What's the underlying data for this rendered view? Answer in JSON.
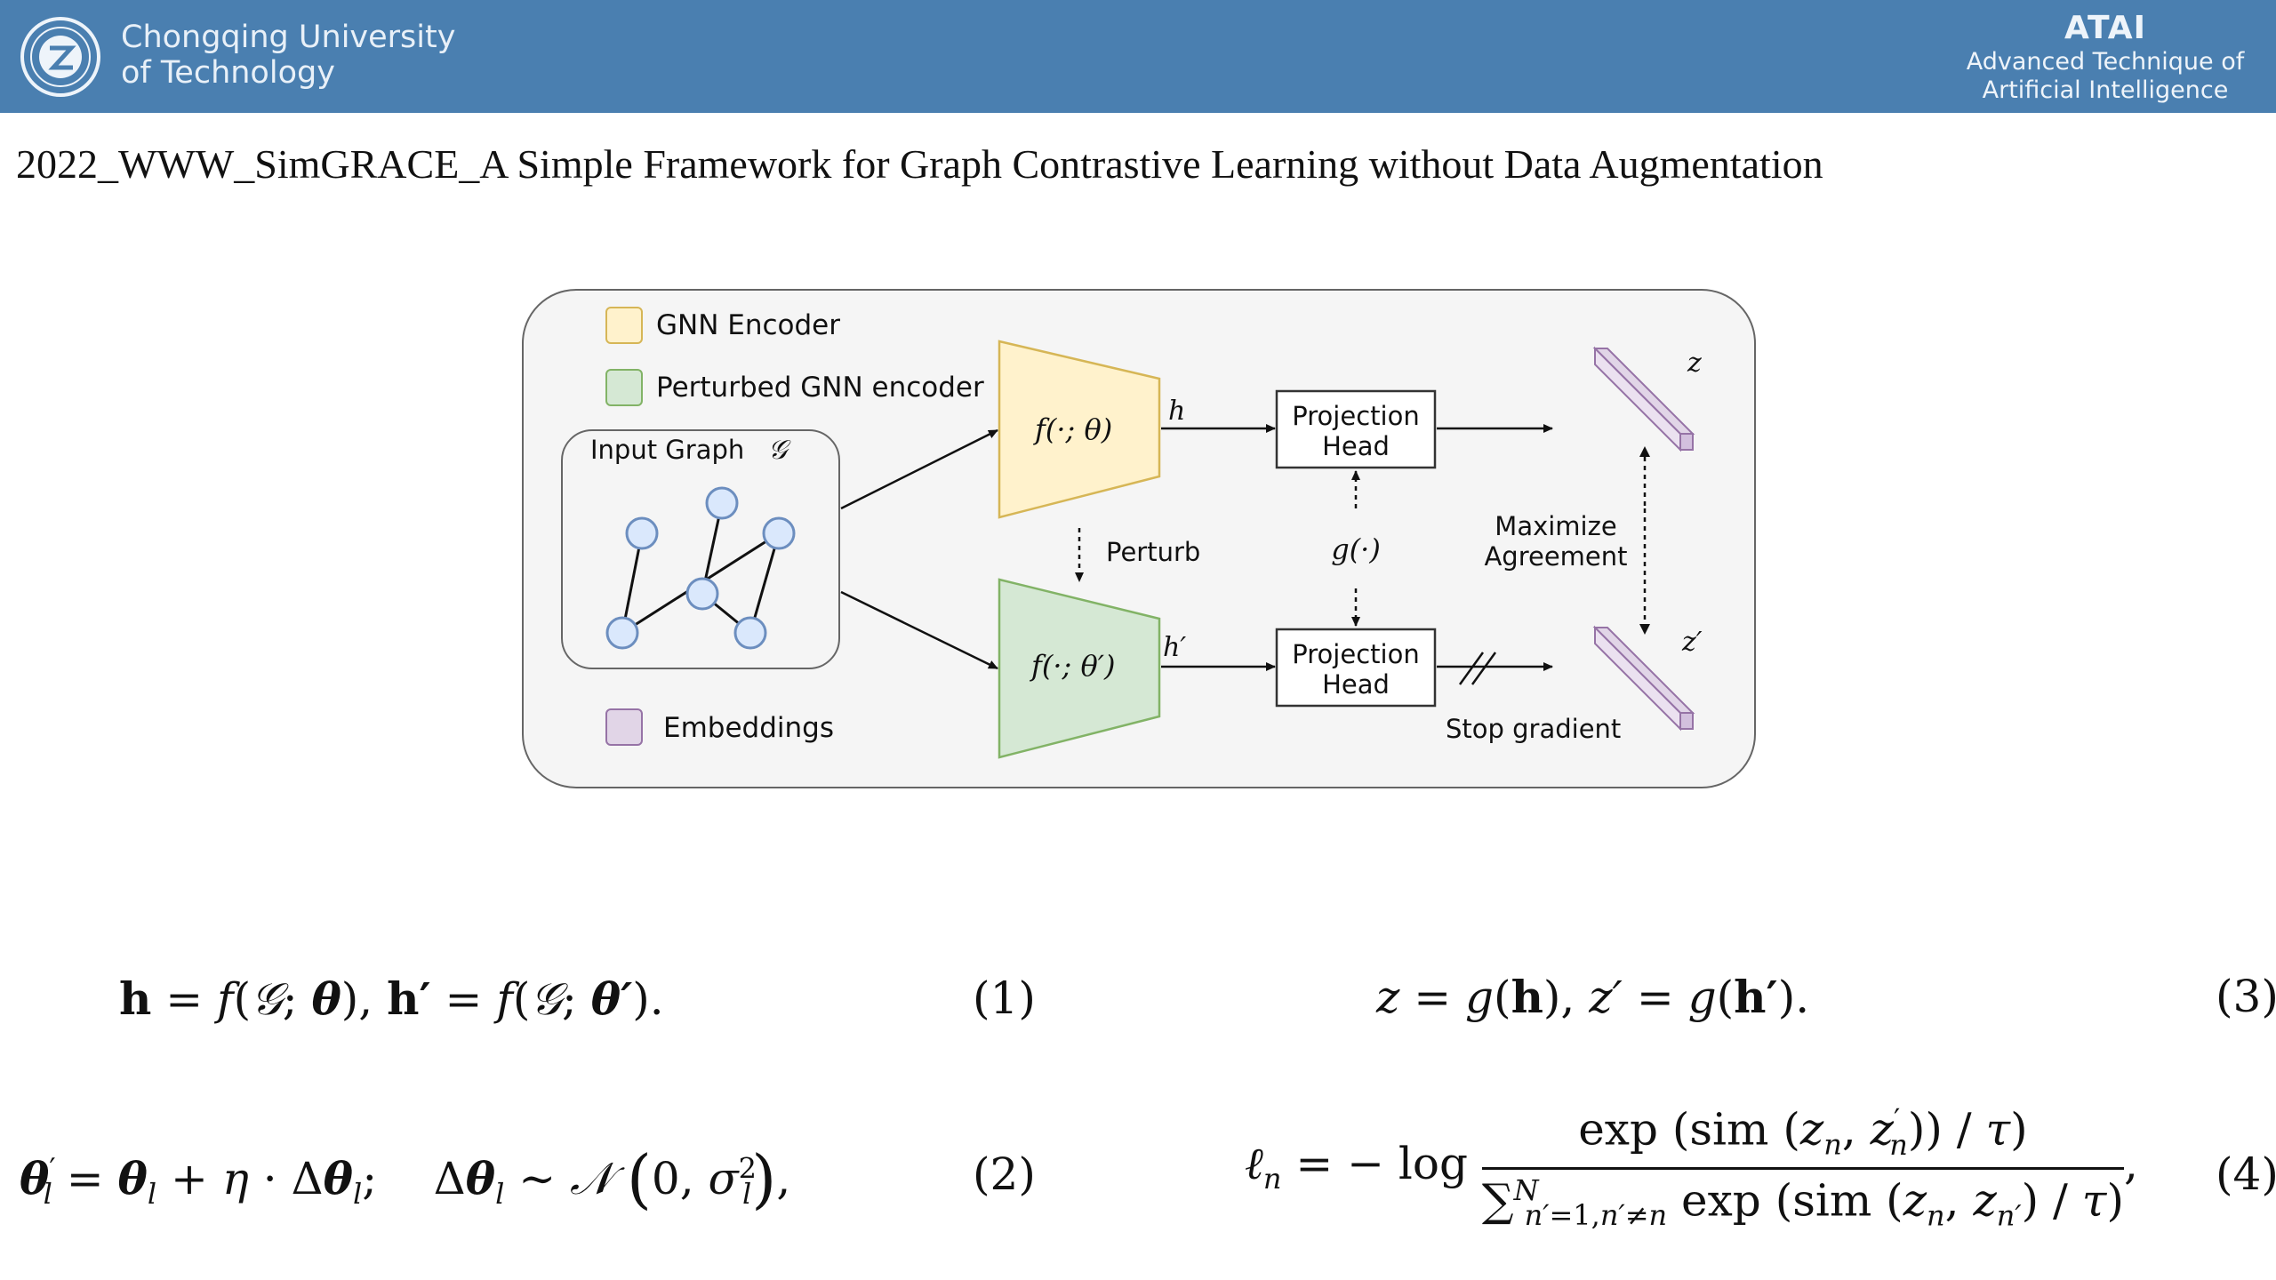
{
  "header": {
    "university_line1": "Chongqing University",
    "university_line2": "of Technology",
    "org_title": "ATAI",
    "org_line1": "Advanced Technique of",
    "org_line2": "Artificial  Intelligence"
  },
  "paper_title": "2022_WWW_SimGRACE_A Simple Framework for Graph Contrastive Learning without Data Augmentation",
  "figure": {
    "legend_gnn": "GNN Encoder",
    "legend_perturbed": "Perturbed GNN encoder",
    "legend_embeddings": "Embeddings",
    "input_graph_label": "Input Graph",
    "input_graph_symbol": "𝒢",
    "encoder_top": "f(·; θ)",
    "encoder_bottom": "f(·; θ′)",
    "h_label": "h",
    "h_prime_label": "h′",
    "perturb_label": "Perturb",
    "proj_head_line1": "Projection",
    "proj_head_line2": "Head",
    "g_label": "g(·)",
    "maximize_line1": "Maximize",
    "maximize_line2": "Agreement",
    "stop_gradient": "Stop gradient",
    "z_label": "z",
    "z_prime_label": "z′",
    "colors": {
      "gnn": "#fff2cc",
      "gnn_stroke": "#d6b656",
      "perturbed": "#d5e8d4",
      "perturbed_stroke": "#82b366",
      "embedding": "#e1d5e7",
      "embedding_stroke": "#9673a6",
      "node": "#dae8fc",
      "node_stroke": "#6c8ebf"
    }
  },
  "equations": {
    "eq1_number": "(1)",
    "eq2_number": "(2)",
    "eq3_number": "(3)",
    "eq4_number": "(4)"
  }
}
